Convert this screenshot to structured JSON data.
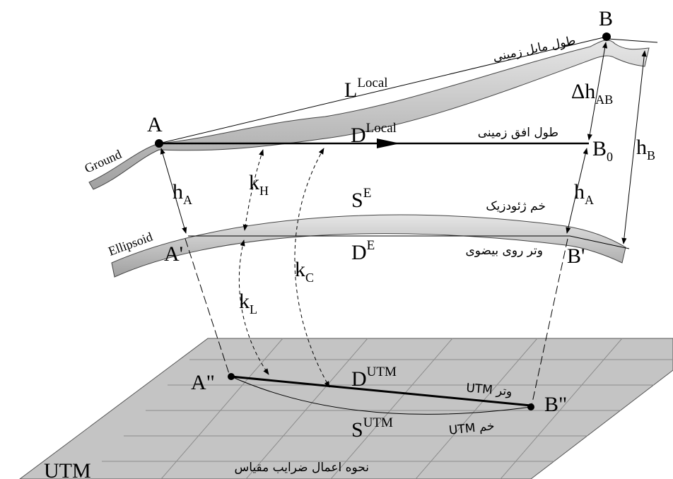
{
  "points": {
    "A": "A",
    "B": "B",
    "B0_main": "B",
    "B0_sub": "0",
    "A_prime": "A'",
    "B_prime": "B'",
    "A_dbl": "A\"",
    "B_dbl": "B\""
  },
  "surfaces": {
    "ground": "Ground",
    "ellipsoid": "Ellipsoid",
    "utm": "UTM"
  },
  "heights": {
    "hA_main": "h",
    "hA_sub": "A",
    "hB_main": "h",
    "hB_sub": "B",
    "dh_main": "Δh",
    "dh_sub": "AB"
  },
  "quantities": {
    "L_main": "L",
    "L_sup": "Local",
    "D_local_main": "D",
    "D_local_sup": "Local",
    "SE_main": "S",
    "SE_sup": "E",
    "DE_main": "D",
    "DE_sup": "E",
    "DUTM_main": "D",
    "DUTM_sup": "UTM",
    "SUTM_main": "S",
    "SUTM_sup": "UTM"
  },
  "factors": {
    "kH_main": "k",
    "kH_sub": "H",
    "kL_main": "k",
    "kL_sub": "L",
    "kC_main": "k",
    "kC_sub": "C"
  },
  "persian": {
    "slope_distance": "طول مایل زمینی",
    "horizontal_distance": "طول افق زمینی",
    "geodesic": "خم ژئودزیک",
    "ellipsoid_chord": "وتر روی بیضوی",
    "utm_chord": "وتر UTM",
    "utm_curve": "خم UTM",
    "caption": "نحوه اعمال ضرایب مقیاس"
  },
  "colors": {
    "surface_fill": "#c8c8c8",
    "plane_fill": "#c4c4c4",
    "line": "#000000"
  }
}
